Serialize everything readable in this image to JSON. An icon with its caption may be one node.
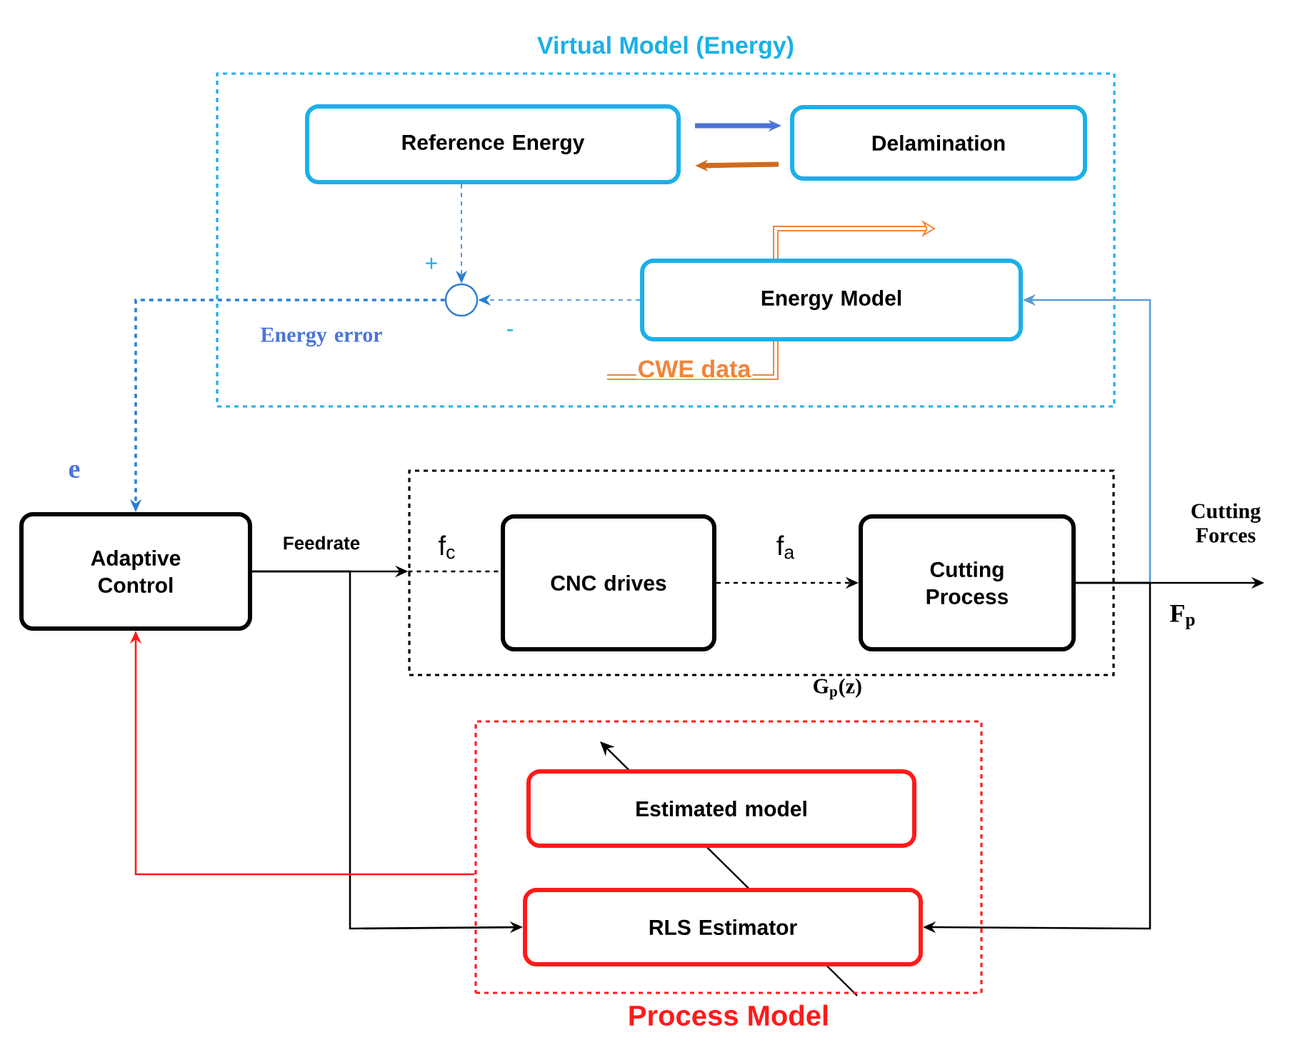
{
  "diagram": {
    "nodes": [
      {
        "text": [
          "Virtual Model (Energy)"
        ]
      },
      {
        "text": [
          "Reference Energy"
        ],
        "in": 0
      },
      {
        "text": [
          "Delamination"
        ],
        "in": 0
      },
      {
        "text": [],
        "shape": "circle",
        "in": 0
      },
      {
        "text": [
          "Energy Model"
        ],
        "in": 0,
        "beside": [
          "CWE data"
        ]
      },
      {
        "text": [
          "Adaptive Control"
        ]
      },
      {
        "text": [
          "G$_{p}$(z)"
        ]
      },
      {
        "text": [
          "CNC drives"
        ],
        "in": 6
      },
      {
        "text": [
          "Cutting Process"
        ],
        "in": 6
      },
      {
        "text": [
          "Process Model"
        ]
      },
      {
        "text": [
          "Estimated model"
        ],
        "in": 9
      },
      {
        "text": [
          "RLS Estimator"
        ],
        "in": 9
      }
    ],
    "edges": [
      {
        "from": 1,
        "to": 2,
        "arrow": "to",
        "style": "thick",
        "color": "#4a74d8"
      },
      {
        "from": 2,
        "to": 1,
        "arrow": "to",
        "style": "thick",
        "color": "#d2691e"
      },
      {
        "from": 1,
        "to": 3,
        "arrow": "to",
        "style": "dashed",
        "color": "#2a7fd0"
      },
      {
        "from": 4,
        "to": 3,
        "arrow": "to",
        "style": "dashed",
        "color": "#2a7fd0"
      },
      {
        "from": 3,
        "to": 5,
        "arrow": "to",
        "style": "dashed",
        "color": "#2a7fd0",
        "label": "Energy error"
      },
      {
        "from": 5,
        "to": 6,
        "arrow": "to",
        "label": "Feedrate"
      },
      {
        "from": 6,
        "to": 7,
        "arrow": "none",
        "style": "dashed",
        "label": "f$_{c}$"
      },
      {
        "from": 7,
        "to": 8,
        "arrow": "to",
        "style": "dashed",
        "label": "f$_{a}$"
      },
      {
        "from": 8,
        "to": null,
        "arrow": "to",
        "label": "Cutting Forces"
      },
      {
        "from": 8,
        "to": 4,
        "arrow": "to",
        "color": "#5b9bd5"
      },
      {
        "from": 8,
        "to": 11,
        "arrow": "to"
      },
      {
        "from": 5,
        "to": 11,
        "arrow": "to"
      },
      {
        "from": 9,
        "to": 5,
        "arrow": "to",
        "color": "#ff1a1a"
      }
    ],
    "labels": [
      "+",
      "-",
      "e",
      "F$_{p}$"
    ]
  }
}
